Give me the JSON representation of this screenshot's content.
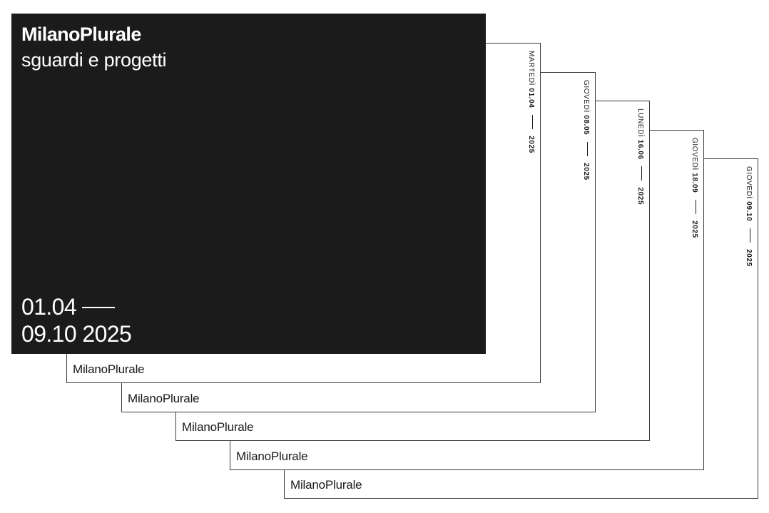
{
  "brand": {
    "name": "MilanoPlurale",
    "subtitle": "sguardi e progetti"
  },
  "front": {
    "range_start": "01.04",
    "range_end": "09.10 2025"
  },
  "cards": [
    {
      "name": "MilanoPlurale",
      "weekday": "MARTEDÌ",
      "day_month": "01.04",
      "year": "2025"
    },
    {
      "name": "MilanoPlurale",
      "weekday": "GIOVEDÌ",
      "day_month": "08.05",
      "year": "2025"
    },
    {
      "name": "MilanoPlurale",
      "weekday": "LUNEDÌ",
      "day_month": "16.06",
      "year": "2025"
    },
    {
      "name": "MilanoPlurale",
      "weekday": "GIOVEDÌ",
      "day_month": "18.09",
      "year": "2025"
    },
    {
      "name": "MilanoPlurale",
      "weekday": "GIOVEDÌ",
      "day_month": "09.10",
      "year": "2025"
    }
  ],
  "colors": {
    "front_background": "#1b1b1b",
    "front_text": "#ffffff",
    "card_border": "#3a3a3a",
    "card_text": "#1a1a1a"
  }
}
